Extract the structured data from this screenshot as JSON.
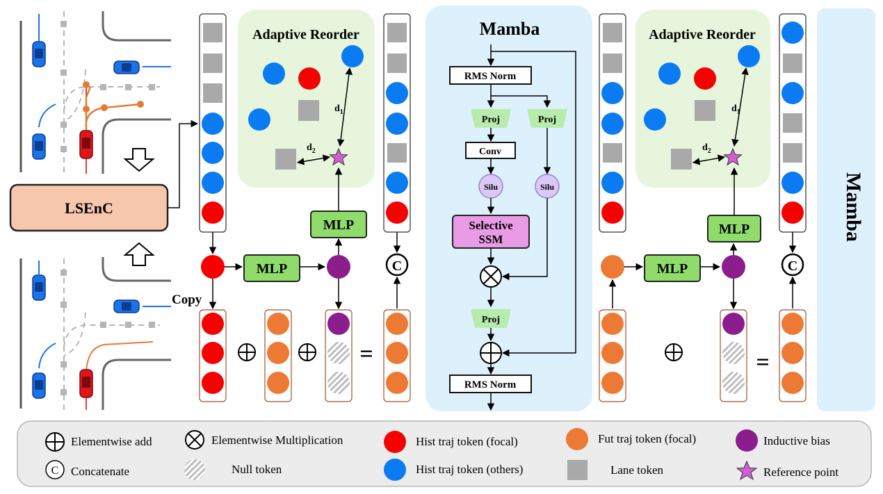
{
  "titles": {
    "adaptive_reorder_left": "Adaptive Reorder",
    "adaptive_reorder_right": "Adaptive Reorder",
    "mamba_center": "Mamba",
    "mamba_side": "Mamba"
  },
  "blocks": {
    "lsenc": "LSEnC",
    "mlp": "MLP",
    "copy": "Copy",
    "rms_norm": "RMS Norm",
    "proj": "Proj",
    "conv": "Conv",
    "silu": "Silu",
    "selective_ssm_line1": "Selective",
    "selective_ssm_line2": "SSM"
  },
  "distances": {
    "d1_base": "d",
    "d1_sub": "1",
    "d2_base": "d",
    "d2_sub": "2"
  },
  "symbols": {
    "concat": "C",
    "equals": "="
  },
  "legend": {
    "items": [
      {
        "icon": "elementwise-add",
        "label": "Elementwise add"
      },
      {
        "icon": "concatenate",
        "label": "Concatenate"
      },
      {
        "icon": "elementwise-multiplication",
        "label": "Elementwise Multiplication"
      },
      {
        "icon": "null-token",
        "label": "Null token"
      },
      {
        "icon": "hist-traj-focal",
        "label": "Hist traj token (focal)"
      },
      {
        "icon": "hist-traj-others",
        "label": "Hist traj token (others)"
      },
      {
        "icon": "fut-traj-focal",
        "label": "Fut traj token (focal)"
      },
      {
        "icon": "lane-token",
        "label": "Lane token"
      },
      {
        "icon": "inductive-bias",
        "label": "Inductive bias"
      },
      {
        "icon": "reference-point",
        "label": "Reference point"
      }
    ]
  },
  "colors": {
    "red_token": "#f70000",
    "blue_token": "#0b7bf2",
    "orange_token": "#ec7a35",
    "purple_token": "#8b1d8c",
    "lane_token": "#a9a9a9",
    "mlp_fill": "#8fdc6a",
    "lsenc_fill": "#f7c7ad",
    "ssm_fill": "#e99be5",
    "silu_fill": "#dcc8f5",
    "proj_fill": "#b8ecad",
    "reorder_bg": "#e6f5dc",
    "mamba_bg": "#dcf1fb",
    "legend_bg": "#ececec",
    "star": "#d25fd1"
  }
}
